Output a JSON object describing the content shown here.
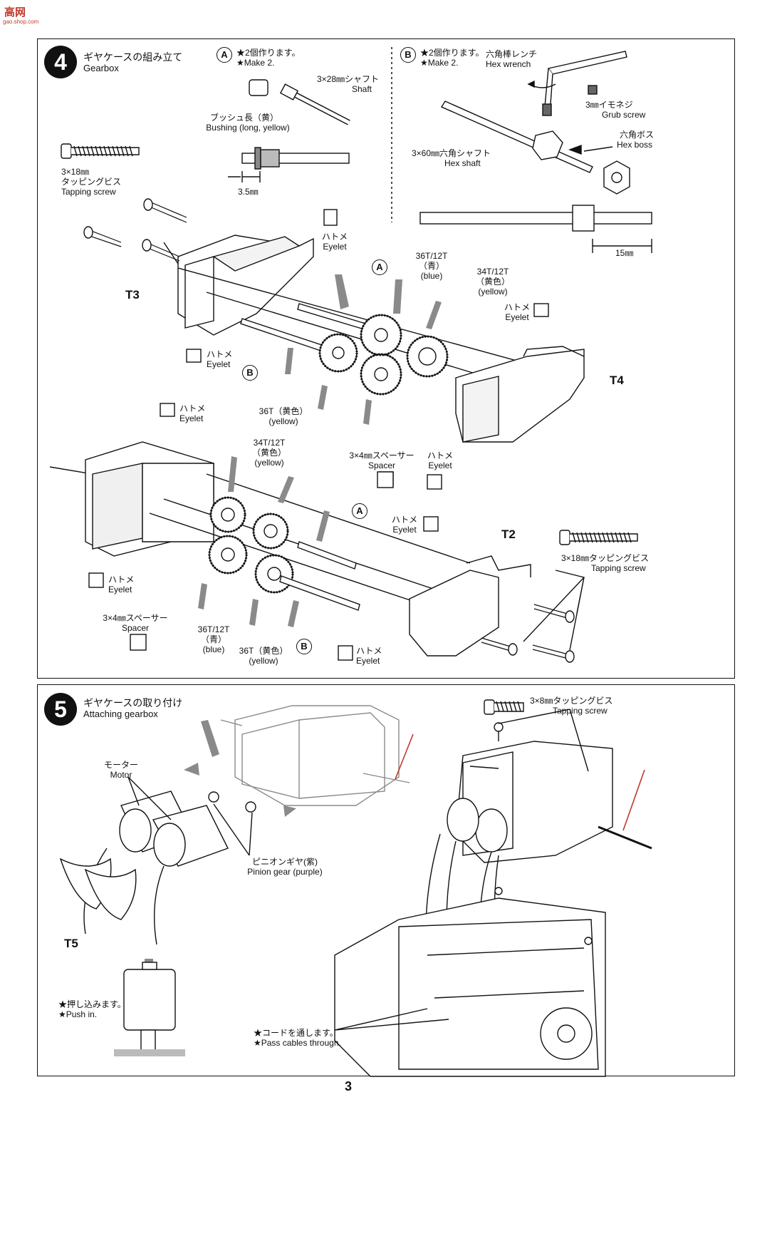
{
  "watermark": {
    "text": "高网",
    "sub": "gao.shop.com"
  },
  "step4": {
    "number": "4",
    "title_jp": "ギヤケースの組み立て",
    "title_en": "Gearbox",
    "A": {
      "mark": "A",
      "make_jp": "★2個作ります。",
      "make_en": "★Make 2.",
      "shaft": [
        "3×28㎜シャフト",
        "Shaft"
      ],
      "bushing": [
        "ブッシュ長（黄）",
        "Bushing (long, yellow)"
      ],
      "dim": "3.5㎜"
    },
    "B": {
      "mark": "B",
      "make_jp": "★2個作ります。",
      "make_en": "★Make 2.",
      "wrench": [
        "六角棒レンチ",
        "Hex wrench"
      ],
      "grub": [
        "3㎜イモネジ",
        "Grub screw"
      ],
      "boss": [
        "六角ボス",
        "Hex boss"
      ],
      "shaft": [
        "3×60㎜六角シャフト",
        "Hex shaft"
      ],
      "dim": "15㎜"
    },
    "tapping_screw": [
      "3×18㎜",
      "タッピングビス",
      "Tapping screw"
    ],
    "tapping_screw_2": [
      "3×18㎜タッピングビス",
      "Tapping screw"
    ],
    "eyelet": [
      "ハトメ",
      "Eyelet"
    ],
    "gear_36_12_blue": [
      "36T/12T",
      "（青）",
      "(blue)"
    ],
    "gear_34_12_yellow": [
      "34T/12T",
      "（黄色）",
      "(yellow)"
    ],
    "gear_36_yellow": [
      "36T（黄色）",
      "(yellow)"
    ],
    "gear_36_yellow_b": [
      "36T（黄色）",
      "(yellow)"
    ],
    "spacer": [
      "3×4㎜スペーサー",
      "Spacer"
    ],
    "tags": {
      "t3": "T3",
      "t4": "T4",
      "t2": "T2"
    },
    "mark_a": "A",
    "mark_b": "B"
  },
  "step5": {
    "number": "5",
    "title_jp": "ギヤケースの取り付け",
    "title_en": "Attaching gearbox",
    "motor": [
      "モーター",
      "Motor"
    ],
    "pinion": [
      "ピニオンギヤ(紫)",
      "Pinion gear (purple)"
    ],
    "screw": [
      "3×8㎜タッピングビス",
      "Tapping screw"
    ],
    "push_jp": "★押し込みます。",
    "push_en": "★Push in.",
    "cable_jp": "★コードを通します。",
    "cable_en": "★Pass cables through.",
    "tag_t5": "T5"
  },
  "page_number": "3",
  "colors": {
    "ink": "#111111",
    "gray": "#7a7a7a",
    "light": "#d9d9d9",
    "red": "#c0392b"
  }
}
